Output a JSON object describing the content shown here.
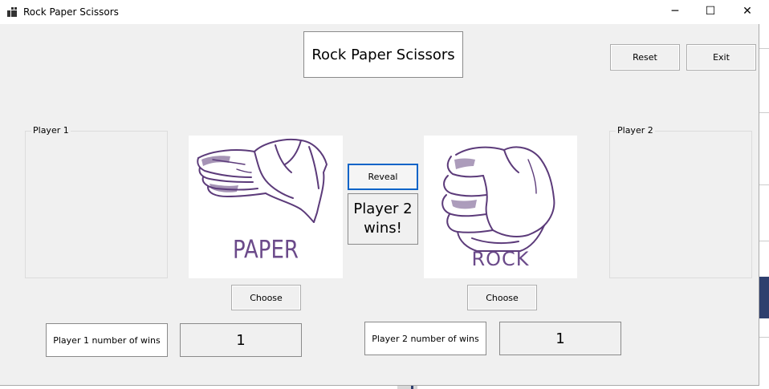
{
  "window": {
    "title": "Rock Paper Scissors",
    "minimize_glyph": "─",
    "maximize_glyph": "☐",
    "close_glyph": "✕"
  },
  "header": {
    "title": "Rock Paper Scissors"
  },
  "toolbar": {
    "reset_label": "Reset",
    "exit_label": "Exit"
  },
  "player1": {
    "group_label": "Player 1",
    "choice_caption": "PAPER",
    "choose_label": "Choose",
    "wins_label": "Player 1 number of wins",
    "wins_value": "1"
  },
  "player2": {
    "group_label": "Player 2",
    "choice_caption": "ROCK",
    "choose_label": "Choose",
    "wins_label": "Player 2 number of wins",
    "wins_value": "1"
  },
  "center": {
    "reveal_label": "Reveal",
    "result_text": "Player 2 wins!"
  },
  "colors": {
    "accent": "#0a64c8",
    "hand_ink": "#5c3b7a",
    "caption_ink": "#6b4a8a"
  }
}
